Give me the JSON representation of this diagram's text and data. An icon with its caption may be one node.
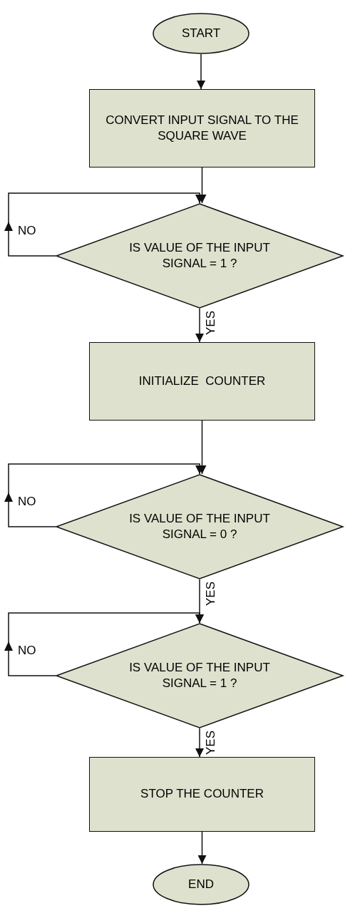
{
  "diagram": {
    "nodes": [
      {
        "text": [
          "START"
        ]
      },
      {
        "text": [
          "CONVERT INPUT SIGNAL TO THE SQUARE WAVE"
        ]
      },
      {
        "text": [
          "IS VALUE OF THE INPUT SIGNAL = 1 ?"
        ]
      },
      {
        "text": [
          "INITIALIZE  COUNTER"
        ]
      },
      {
        "text": [
          "IS VALUE OF THE INPUT SIGNAL = 0 ?"
        ]
      },
      {
        "text": [
          "IS VALUE OF THE INPUT SIGNAL = 1 ?"
        ]
      },
      {
        "text": [
          "STOP THE COUNTER"
        ]
      },
      {
        "text": [
          "END"
        ]
      }
    ],
    "edges": [
      {
        "from": 0,
        "to": 1,
        "arrow": "to"
      },
      {
        "from": 1,
        "to": 2,
        "arrow": "to"
      },
      {
        "from": 2,
        "to": 2,
        "arrow": "to",
        "label": "NO"
      },
      {
        "from": 2,
        "to": 3,
        "arrow": "to",
        "label": "YES"
      },
      {
        "from": 3,
        "to": 4,
        "arrow": "to"
      },
      {
        "from": 4,
        "to": 4,
        "arrow": "to",
        "label": "NO"
      },
      {
        "from": 4,
        "to": 5,
        "arrow": "to",
        "label": "YES"
      },
      {
        "from": 5,
        "to": 5,
        "arrow": "to",
        "label": "NO"
      },
      {
        "from": 5,
        "to": 6,
        "arrow": "to",
        "label": "YES"
      },
      {
        "from": 6,
        "to": 7,
        "arrow": "to"
      }
    ]
  }
}
